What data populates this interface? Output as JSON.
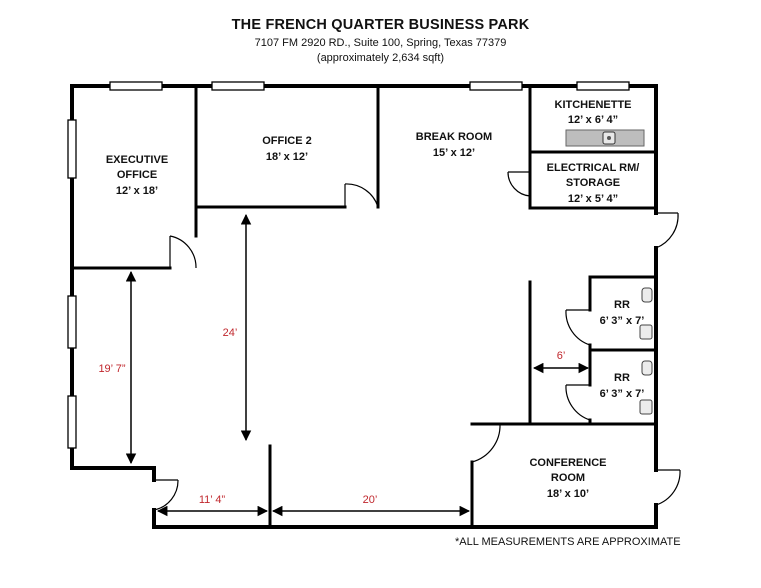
{
  "header": {
    "title": "THE FRENCH QUARTER BUSINESS PARK",
    "address": "7107 FM 2920 RD., Suite 100, Spring, Texas 77379",
    "sqft": "(approximately 2,634 sqft)"
  },
  "rooms": {
    "executive_office": {
      "name_line1": "EXECUTIVE",
      "name_line2": "OFFICE",
      "size": "12’ x 18’"
    },
    "office_2": {
      "name": "OFFICE 2",
      "size": "18’ x 12’"
    },
    "break_room": {
      "name": "BREAK ROOM",
      "size": "15’ x 12’"
    },
    "kitchenette": {
      "name": "KITCHENETTE",
      "size": "12’ x 6’ 4”"
    },
    "electrical": {
      "name_line1": "ELECTRICAL RM/",
      "name_line2": "STORAGE",
      "size": "12’ x 5’ 4”"
    },
    "rr_upper": {
      "name": "RR",
      "size": "6’ 3” x 7’"
    },
    "rr_lower": {
      "name": "RR",
      "size": "6’ 3” x 7’"
    },
    "conference": {
      "name_line1": "CONFERENCE",
      "name_line2": "ROOM",
      "size": "18’ x 10’"
    }
  },
  "dimensions": {
    "d24": "24’",
    "d19_7": "19’ 7”",
    "d6": "6’",
    "d11_4": "11’ 4”",
    "d20": "20’"
  },
  "footnote": "*ALL MEASUREMENTS ARE APPROXIMATE",
  "colors": {
    "wall": "#000000",
    "dimension_text": "#c0272d",
    "counter": "#bdbdbd"
  }
}
